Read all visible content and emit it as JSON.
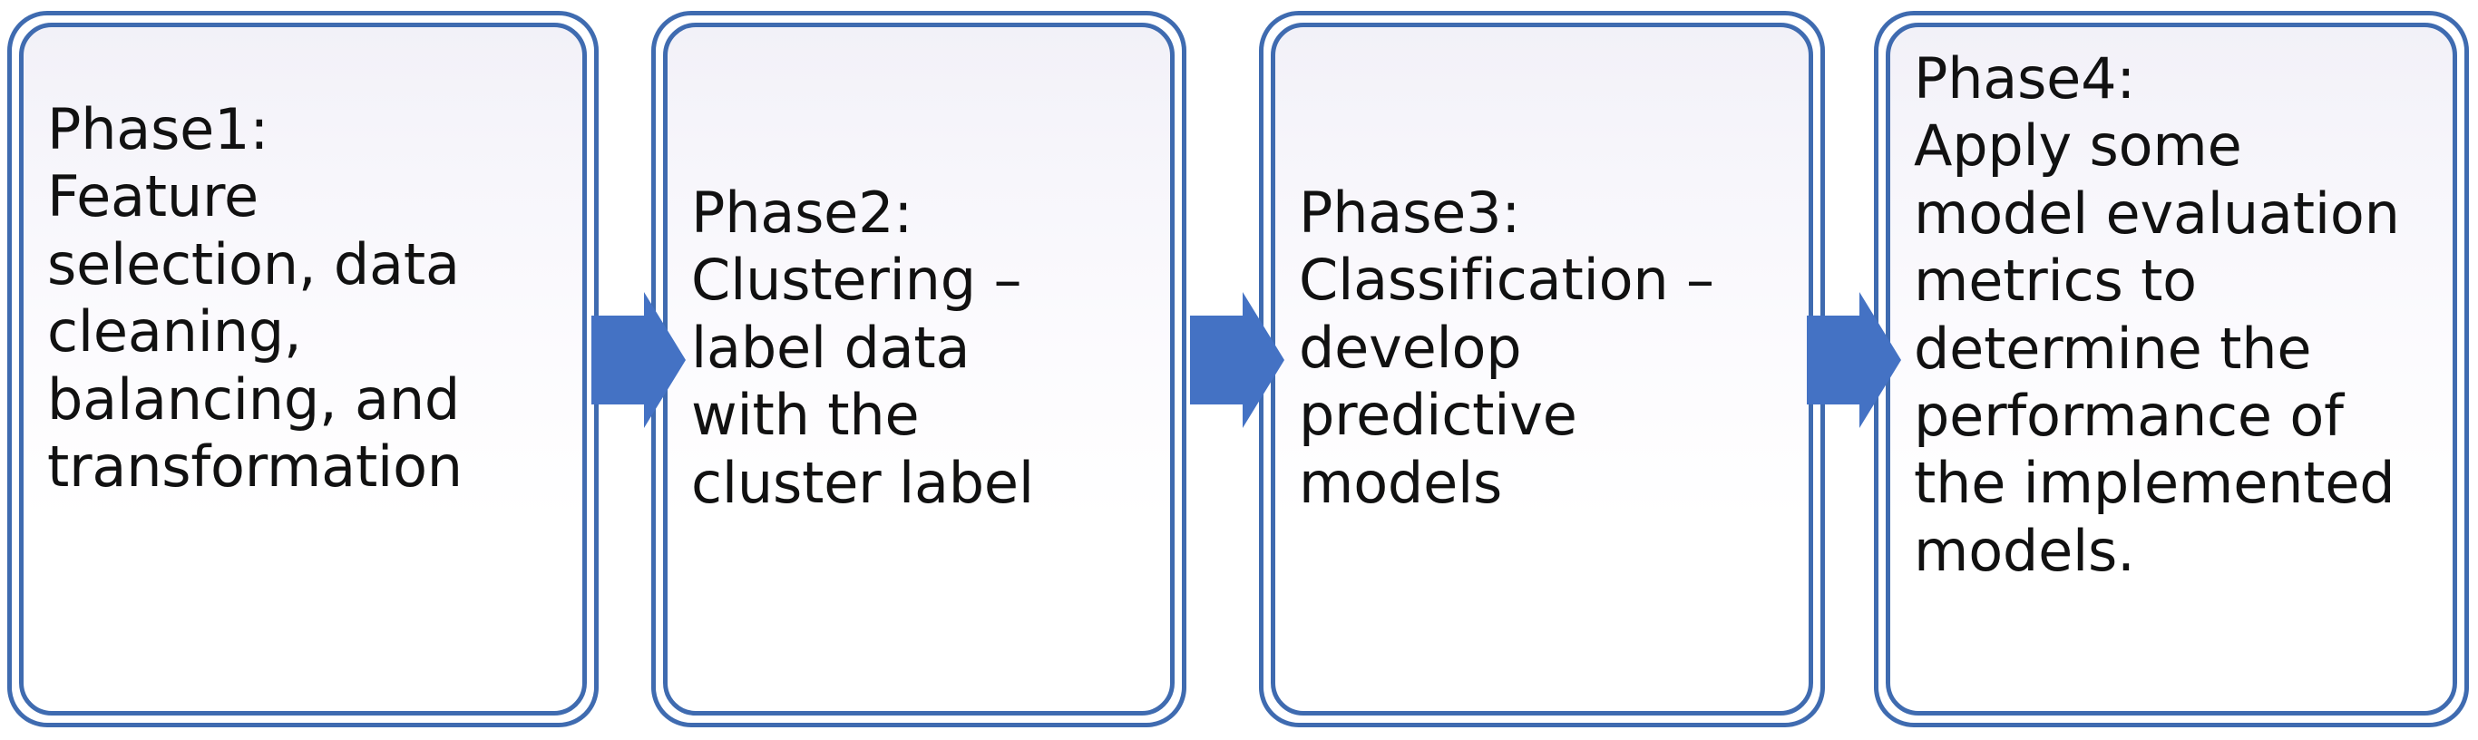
{
  "diagram": {
    "title": "Four-phase machine learning methodology flow",
    "type": "horizontal-process-flow",
    "orientation": "left-to-right",
    "step_count": 4,
    "connector_count": 3,
    "colors": {
      "box_border": "#3F6BB0",
      "box_fill_top": "#F2F1F8",
      "box_fill_bottom": "#FFFFFF",
      "arrow_fill": "#4472C4",
      "text": "#111111",
      "background": "#FFFFFF"
    },
    "steps": [
      {
        "id": "phase1",
        "label": "Phase1:",
        "body": "Feature selection, data cleaning, balancing, and transformation",
        "text": "Phase1:\nFeature\nselection, data\ncleaning,\nbalancing, and\ntransformation"
      },
      {
        "id": "phase2",
        "label": "Phase2:",
        "body": "Clustering – label data with the cluster label",
        "text": "Phase2:\nClustering –\nlabel data\nwith the\ncluster label"
      },
      {
        "id": "phase3",
        "label": "Phase3:",
        "body": "Classification – develop predictive models",
        "text": "Phase3:\nClassification   –\ndevelop\npredictive\nmodels"
      },
      {
        "id": "phase4",
        "label": "Phase4:",
        "body": "Apply some model evaluation metrics to determine the performance of the implemented models.",
        "text": "Phase4:\nApply some\nmodel evaluation\nmetrics to\ndetermine the\nperformance of\nthe implemented\nmodels."
      }
    ],
    "connectors": [
      {
        "id": "arrow-1-2",
        "from": "phase1",
        "to": "phase2",
        "direction": "right"
      },
      {
        "id": "arrow-2-3",
        "from": "phase2",
        "to": "phase3",
        "direction": "right"
      },
      {
        "id": "arrow-3-4",
        "from": "phase3",
        "to": "phase4",
        "direction": "right"
      }
    ]
  }
}
